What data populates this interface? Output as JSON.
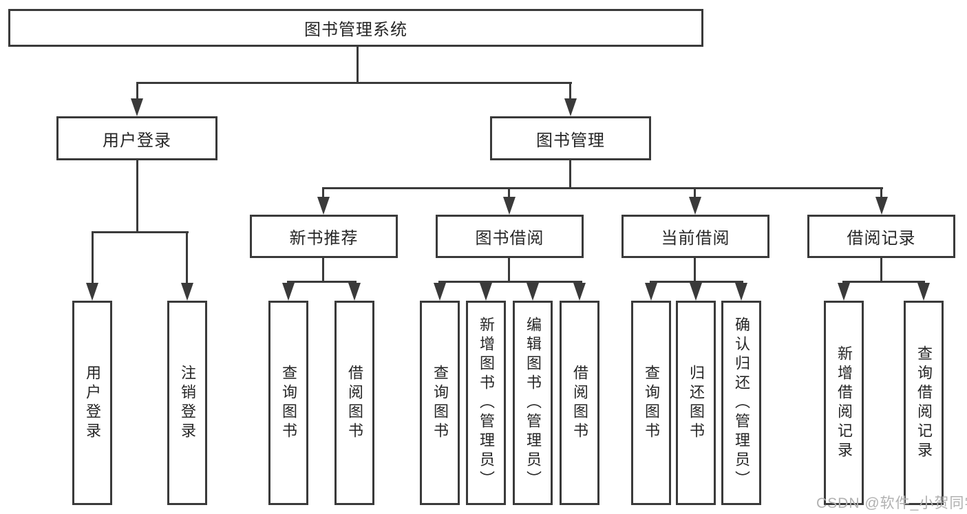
{
  "tree": {
    "root": "图书管理系统",
    "children": [
      {
        "label": "用户登录",
        "children": [
          {
            "label": "用户登录"
          },
          {
            "label": "注销登录"
          }
        ]
      },
      {
        "label": "图书管理",
        "children": [
          {
            "label": "新书推荐",
            "children": [
              {
                "label": "查询图书"
              },
              {
                "label": "借阅图书"
              }
            ]
          },
          {
            "label": "图书借阅",
            "children": [
              {
                "label": "查询图书"
              },
              {
                "label": "新增图书（管理员）"
              },
              {
                "label": "编辑图书（管理员）"
              },
              {
                "label": "借阅图书"
              }
            ]
          },
          {
            "label": "当前借阅",
            "children": [
              {
                "label": "查询图书"
              },
              {
                "label": "归还图书"
              },
              {
                "label": "确认归还（管理员）"
              }
            ]
          },
          {
            "label": "借阅记录",
            "children": [
              {
                "label": "新增借阅记录"
              },
              {
                "label": "查询借阅记录"
              }
            ]
          }
        ]
      }
    ]
  },
  "watermark": "CSDN @软件_小贺同学",
  "colors": {
    "line": "#3a3a3a",
    "text": "#262626",
    "watermark": "#b1b1b1",
    "background": "#ffffff"
  }
}
